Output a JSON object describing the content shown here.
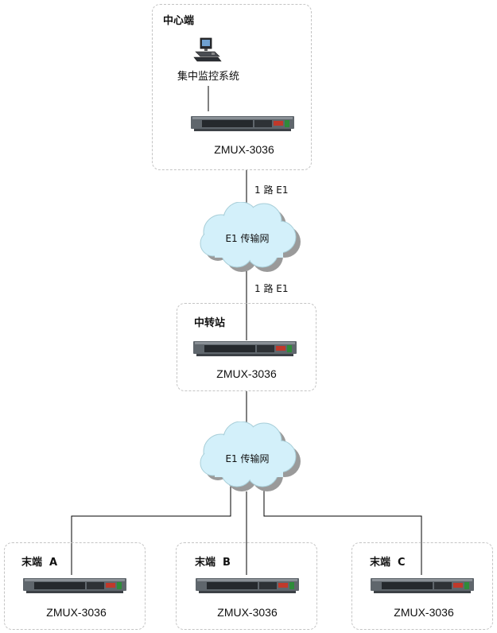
{
  "center": {
    "title": "中心端",
    "monitor_label": "集中监控系统",
    "device_label": "ZMUX-3036"
  },
  "links": {
    "upper_top": "1 路 E1",
    "upper_bottom": "1 路 E1"
  },
  "clouds": {
    "upper": "E1 传输网",
    "lower": "E1 传输网"
  },
  "relay": {
    "title": "中转站",
    "device_label": "ZMUX-3036"
  },
  "terminals": [
    {
      "title": "末端  A",
      "device_label": "ZMUX-3036"
    },
    {
      "title": "末端  B",
      "device_label": "ZMUX-3036"
    },
    {
      "title": "末端  C",
      "device_label": "ZMUX-3036"
    }
  ],
  "colors": {
    "cloud_fill": "#d3f0fa",
    "cloud_shadow": "#9a9a9a",
    "zone_border": "#c4c4c4",
    "device_body": "#5f666c",
    "port_red": "#c0392b"
  },
  "icons": {
    "computer": "computer-icon",
    "device": "e1-multiplexer-icon",
    "cloud": "network-cloud-icon"
  }
}
